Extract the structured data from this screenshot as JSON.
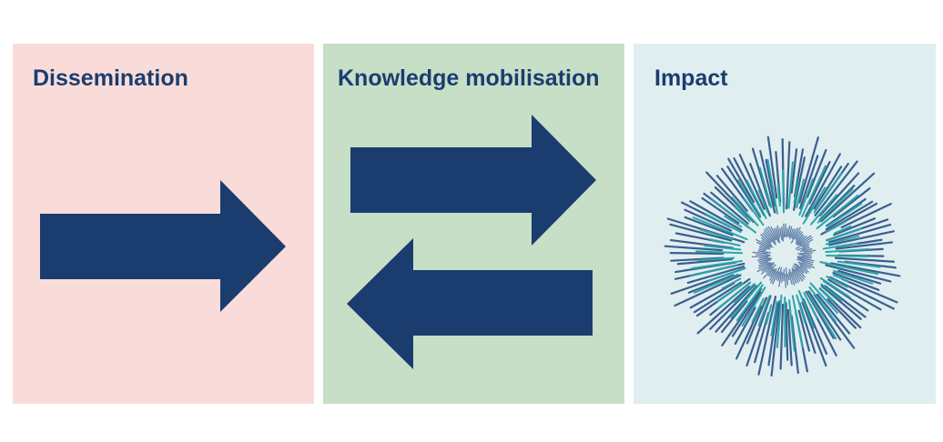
{
  "panels": [
    {
      "title": "Dissemination",
      "color": "#f9dcd9"
    },
    {
      "title": "Knowledge mobilisation",
      "color": "#c6dfc6"
    },
    {
      "title": "Impact",
      "color": "#e0eef0"
    }
  ],
  "colors": {
    "arrow": "#1a3c6e",
    "burst_dark": "#3a5f90",
    "burst_teal": "#2aa6a8"
  }
}
